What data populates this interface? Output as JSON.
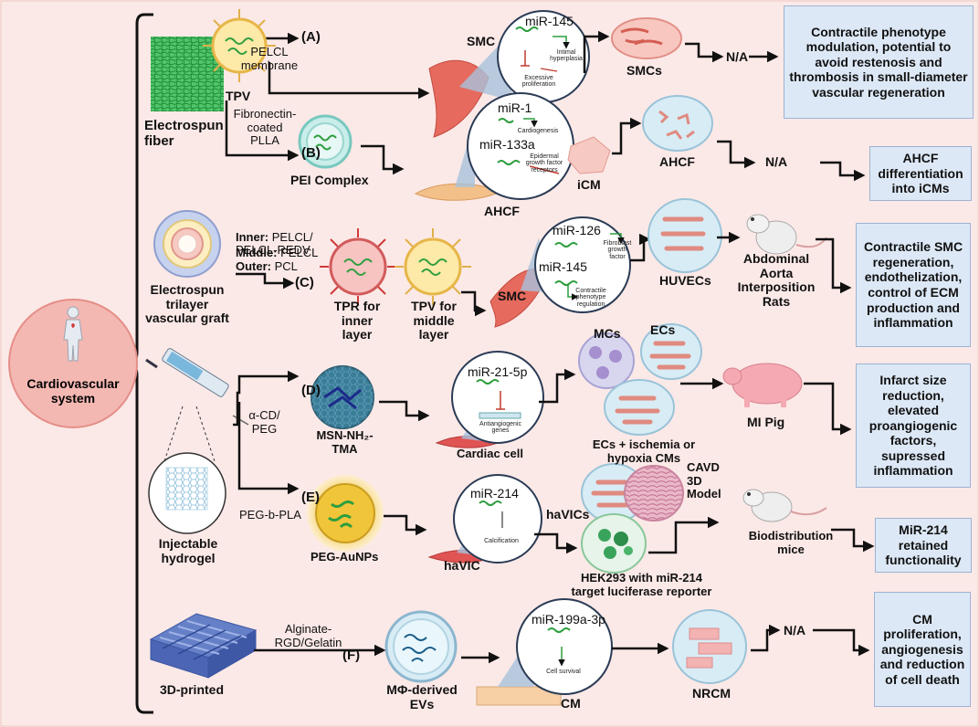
{
  "root": "Cardiovascular\nsystem",
  "rows": [
    {
      "source": "Electrospun\nfiber",
      "branches": [
        {
          "letter": "(A)",
          "treatment": "PELCL\nmembrane",
          "carrier": "TPV",
          "target_cell": "SMC",
          "mirnas": [
            "miR-145"
          ],
          "effects": [
            "Intimal\nhyperplasia",
            "Excessive\nproliferation"
          ],
          "model": "SMCs",
          "in_vivo": "N/A",
          "outcome": "Contractile phenotype modulation, potential to avoid restenosis and thrombosis in small-diameter vascular regeneration"
        },
        {
          "letter": "(B)",
          "treatment": "Fibronectin-\ncoated\nPLLA",
          "carrier": "PEI Complex",
          "target_cell": "AHCF",
          "derived_cell": "iCM",
          "mirnas": [
            "miR-1",
            "miR-133a"
          ],
          "effects": [
            "Cardiogenesis",
            "Epidermal\ngrowth factor\nreceptors"
          ],
          "model": "AHCF",
          "in_vivo": "N/A",
          "outcome": "AHCF differentiation into iCMs"
        }
      ]
    },
    {
      "source": "Electrospun\ntrilayer\nvascular graft",
      "layers": [
        {
          "name": "Inner:",
          "value": "PELCL/\nPELCL-REDV"
        },
        {
          "name": "Middle:",
          "value": "PELCL"
        },
        {
          "name": "Outer:",
          "value": "PCL"
        }
      ],
      "branches": [
        {
          "letter": "(C)",
          "carriers": [
            "TPR for\ninner\nlayer",
            "TPV for\nmiddle\nlayer"
          ],
          "target_cell": "SMC",
          "mirnas": [
            "miR-126",
            "miR-145"
          ],
          "effects": [
            "Fibroblast\ngrowth\nfactor",
            "Contractile\nphenotype\nregulation"
          ],
          "model": "HUVECs",
          "in_vivo": "Abdominal\nAorta\nInterposition\nRats",
          "outcome": "Contractile SMC regeneration, endothelization, control of ECM production and inflammation"
        }
      ]
    },
    {
      "source": "Injectable\nhydrogel",
      "branches": [
        {
          "letter": "(D)",
          "treatment": "α-CD/\nPEG",
          "carrier": "MSN-NH₂-\nTMA",
          "target_cell": "Cardiac cell",
          "mirnas": [
            "miR-21-5p"
          ],
          "effects": [
            "Antiangiogenic\ngenes"
          ],
          "model": "ECs + ischemia or\nhypoxia CMs",
          "model_labels": [
            "MCs",
            "ECs"
          ],
          "in_vivo": "MI Pig",
          "outcome": "Infarct size reduction, elevated proangiogenic factors, supressed inflammation"
        },
        {
          "letter": "(E)",
          "treatment": "PEG-b-PLA",
          "carrier": "PEG-AuNPs",
          "target_cell": "haVIC",
          "mirnas": [
            "miR-214"
          ],
          "effects": [
            "Calcification"
          ],
          "model": "HEK293 with miR-214\ntarget luciferase reporter",
          "model_labels": [
            "haVICs",
            "CAVD\n3D\nModel"
          ],
          "in_vivo": "Biodistribution\nmice",
          "outcome": "MiR-214 retained functionality"
        }
      ]
    },
    {
      "source": "3D-printed",
      "branches": [
        {
          "letter": "(F)",
          "treatment": "Alginate-\nRGD/Gelatin",
          "carrier": "MΦ-derived\nEVs",
          "target_cell": "CM",
          "mirnas": [
            "miR-199a-3p"
          ],
          "effects": [
            "Cell survival"
          ],
          "model": "NRCM",
          "in_vivo": "N/A",
          "outcome": "CM proliferation, angiogenesis and reduction of cell death"
        }
      ]
    }
  ],
  "colors": {
    "background": "#fbe9e7",
    "outcome_box": "#dde8f6",
    "fiber": "#3dbb5a",
    "rna": "#2e9e3e",
    "smc": "#e66a5e",
    "arrow": "#111111"
  }
}
